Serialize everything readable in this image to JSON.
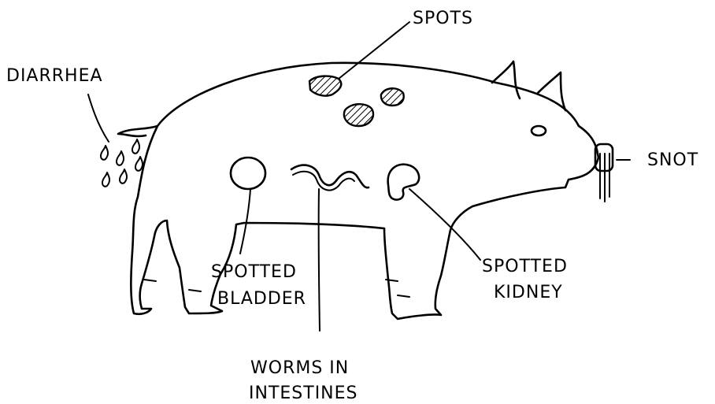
{
  "labels": {
    "spots": "SPOTS",
    "diarrhea": "DIARRHEA",
    "snot": "SNOT",
    "spotted_bladder_line1": "SPOTTED",
    "spotted_bladder_line2": "BLADDER",
    "spotted_kidney_line1": "SPOTTED",
    "spotted_kidney_line2": "KIDNEY",
    "worms_line1": "WORMS IN",
    "worms_line2": "INTESTINES"
  }
}
